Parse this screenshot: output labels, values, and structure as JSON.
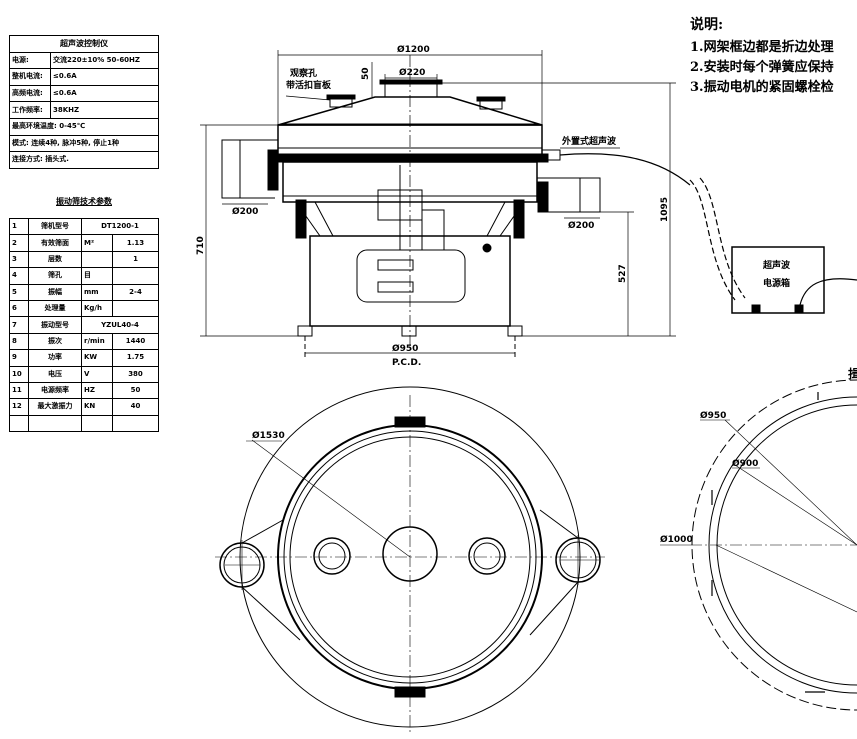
{
  "notes": {
    "title": "说明:",
    "items": [
      "1.网架框边都是折边处理",
      "2.安装时每个弹簧应保持",
      "3.振动电机的紧固螺栓检"
    ]
  },
  "controller_table": {
    "title": "超声波控制仪",
    "rows": [
      {
        "label": "电源:",
        "value": "交流220±10%  50-60HZ"
      },
      {
        "label": "整机电流:",
        "value": "≤0.6A"
      },
      {
        "label": "高频电流:",
        "value": "≤0.6A"
      },
      {
        "label": "工作频率:",
        "value": "38KHZ"
      },
      {
        "label": "最高环境温度:",
        "value": "0-45℃"
      },
      {
        "label": "模式:",
        "value": "连续4种, 脉冲5种, 停止1种"
      },
      {
        "label": "连接方式:",
        "value": "插头式."
      }
    ]
  },
  "params_table": {
    "title": "振动筛技术参数",
    "rows": [
      {
        "no": "1",
        "name": "筛机型号",
        "unit": "",
        "value": "DT1200-1"
      },
      {
        "no": "2",
        "name": "有效筛面",
        "unit": "M²",
        "value": "1.13"
      },
      {
        "no": "3",
        "name": "层数",
        "unit": "",
        "value": "1"
      },
      {
        "no": "4",
        "name": "筛孔",
        "unit": "目",
        "value": ""
      },
      {
        "no": "5",
        "name": "振幅",
        "unit": "mm",
        "value": "2-4"
      },
      {
        "no": "6",
        "name": "处理量",
        "unit": "Kg/h",
        "value": ""
      },
      {
        "no": "7",
        "name": "振动型号",
        "unit": "",
        "value": "YZUL40-4"
      },
      {
        "no": "8",
        "name": "振次",
        "unit": "r/min",
        "value": "1440"
      },
      {
        "no": "9",
        "name": "功率",
        "unit": "KW",
        "value": "1.75"
      },
      {
        "no": "10",
        "name": "电压",
        "unit": "V",
        "value": "380"
      },
      {
        "no": "11",
        "name": "电源频率",
        "unit": "HZ",
        "value": "50"
      },
      {
        "no": "12",
        "name": "最大激振力",
        "unit": "KN",
        "value": "40"
      },
      {
        "no": "",
        "name": "",
        "unit": "",
        "value": ""
      }
    ]
  },
  "labels": {
    "d1200": "Ø1200",
    "d220": "Ø220",
    "dim50": "50",
    "obs1": "观察孔",
    "obs2": "带活扣盲板",
    "ultra": "外置式超声波",
    "d200l": "Ø200",
    "d200r": "Ø200",
    "h710": "710",
    "h1095": "1095",
    "h527": "527",
    "d950": "Ø950",
    "pcd": "P.C.D.",
    "box1": "超声波",
    "box2": "电源箱",
    "d1530": "Ø1530",
    "r950": "Ø950",
    "r900": "Ø900",
    "r1000": "Ø1000",
    "cut": "揖"
  },
  "colors": {
    "line": "#000000",
    "background": "#ffffff"
  }
}
